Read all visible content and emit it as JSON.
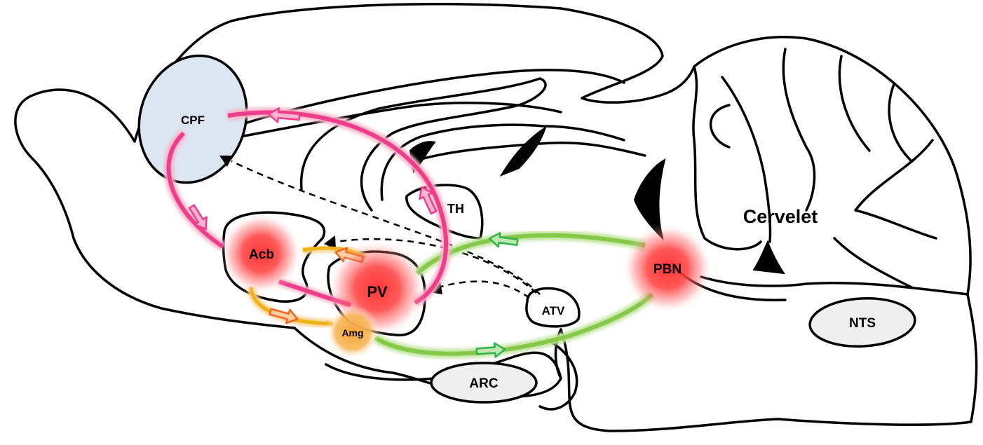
{
  "regions": {
    "cpf": "CPF",
    "th": "TH",
    "acb": "Acb",
    "pv": "PV",
    "amg": "Amg",
    "atv": "ATV",
    "arc": "ARC",
    "pbn": "PBN",
    "nts": "NTS",
    "cervelet": "Cervelet"
  },
  "colors": {
    "pink_pathway": "#ee3d8c",
    "pink_glow": "#f8b6c8",
    "green_pathway": "#86c94a",
    "green_arrow": "#2fb24a",
    "orange_pathway": "#f0a21a",
    "orange_arrow": "#f26322",
    "hotspot_red": "#ff3b3b",
    "amg_orange": "#f7b64a",
    "cpf_fill": "#dce6f2",
    "grey_nucleus": "#efefef"
  }
}
